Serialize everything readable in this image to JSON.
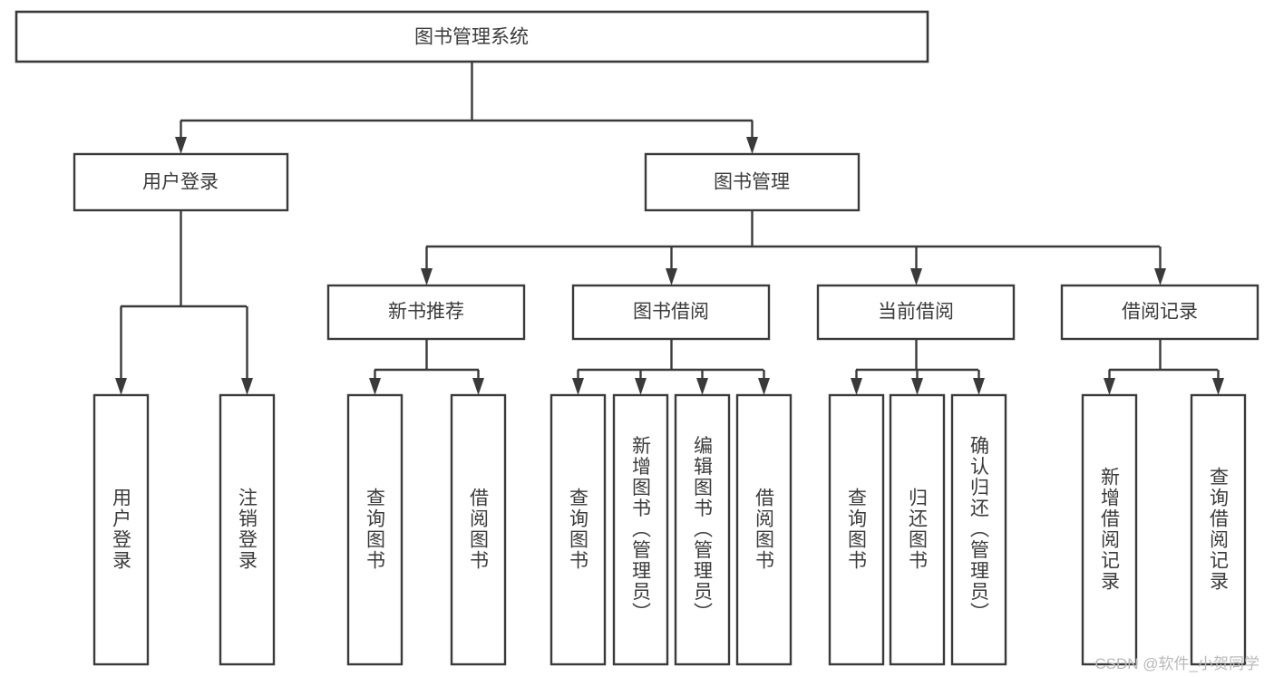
{
  "diagram": {
    "title": "图书管理系统",
    "watermark": "CSDN @软件_小贺同学",
    "colors": {
      "stroke": "#3a3a3a",
      "fill": "#ffffff",
      "text": "#3b3b3b",
      "watermark": "#b9b9b9"
    },
    "root": {
      "label": "图书管理系统"
    },
    "level2": [
      {
        "label": "用户登录"
      },
      {
        "label": "图书管理"
      }
    ],
    "level3": [
      {
        "label": "新书推荐"
      },
      {
        "label": "图书借阅"
      },
      {
        "label": "当前借阅"
      },
      {
        "label": "借阅记录"
      }
    ],
    "leaves": {
      "user_login": [
        {
          "label": "用户登录"
        },
        {
          "label": "注销登录"
        }
      ],
      "new_book": [
        {
          "label": "查询图书"
        },
        {
          "label": "借阅图书"
        }
      ],
      "book_borrow": [
        {
          "label": "查询图书"
        },
        {
          "label": "新增图书（管理员）"
        },
        {
          "label": "编辑图书（管理员）"
        },
        {
          "label": "借阅图书"
        }
      ],
      "current_borrow": [
        {
          "label": "查询图书"
        },
        {
          "label": "归还图书"
        },
        {
          "label": "确认归还（管理员）"
        }
      ],
      "borrow_record": [
        {
          "label": "新增借阅记录"
        },
        {
          "label": "查询借阅记录"
        }
      ]
    }
  }
}
